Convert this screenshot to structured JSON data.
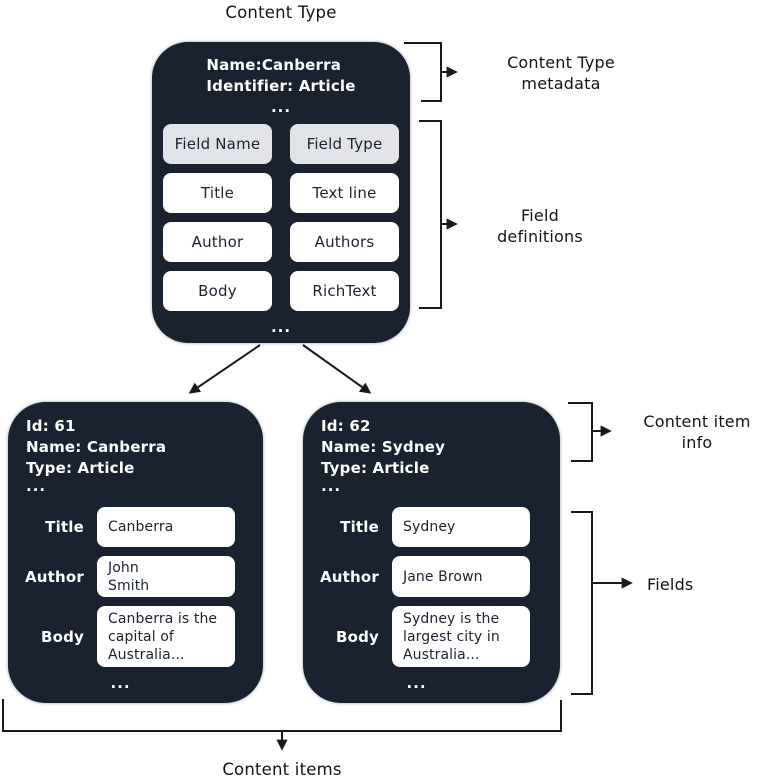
{
  "labels": {
    "diagram_title": "Content Type",
    "metadata": "Content Type metadata",
    "field_definitions": "Field definitions",
    "content_item_info": "Content item info",
    "fields": "Fields",
    "content_items": "Content items"
  },
  "colors": {
    "box_bg": "#1a2230",
    "header_cell_bg": "#e2e2e9",
    "cell_bg": "#ffffff",
    "line": "#16191d"
  },
  "content_type": {
    "name": "Name:Canberra",
    "identifier": "Identifier: Article",
    "ellipsis": "...",
    "columns": {
      "name": "Field Name",
      "type": "Field Type"
    },
    "fields": [
      {
        "name": "Title",
        "type": "Text line"
      },
      {
        "name": "Author",
        "type": "Authors"
      },
      {
        "name": "Body",
        "type": "RichText"
      }
    ]
  },
  "content_items": [
    {
      "id": "Id: 61",
      "name": "Name: Canberra",
      "type": "Type: Article",
      "ellipsis": "...",
      "fields": [
        {
          "label": "Title",
          "value": "Canberra"
        },
        {
          "label": "Author",
          "value": "John\nSmith"
        },
        {
          "label": "Body",
          "value": "Canberra is the capital of Australia..."
        }
      ]
    },
    {
      "id": "Id: 62",
      "name": "Name: Sydney",
      "type": "Type: Article",
      "ellipsis": "...",
      "fields": [
        {
          "label": "Title",
          "value": "Sydney"
        },
        {
          "label": "Author",
          "value": "Jane Brown"
        },
        {
          "label": "Body",
          "value": "Sydney is the largest city in Australia..."
        }
      ]
    }
  ]
}
